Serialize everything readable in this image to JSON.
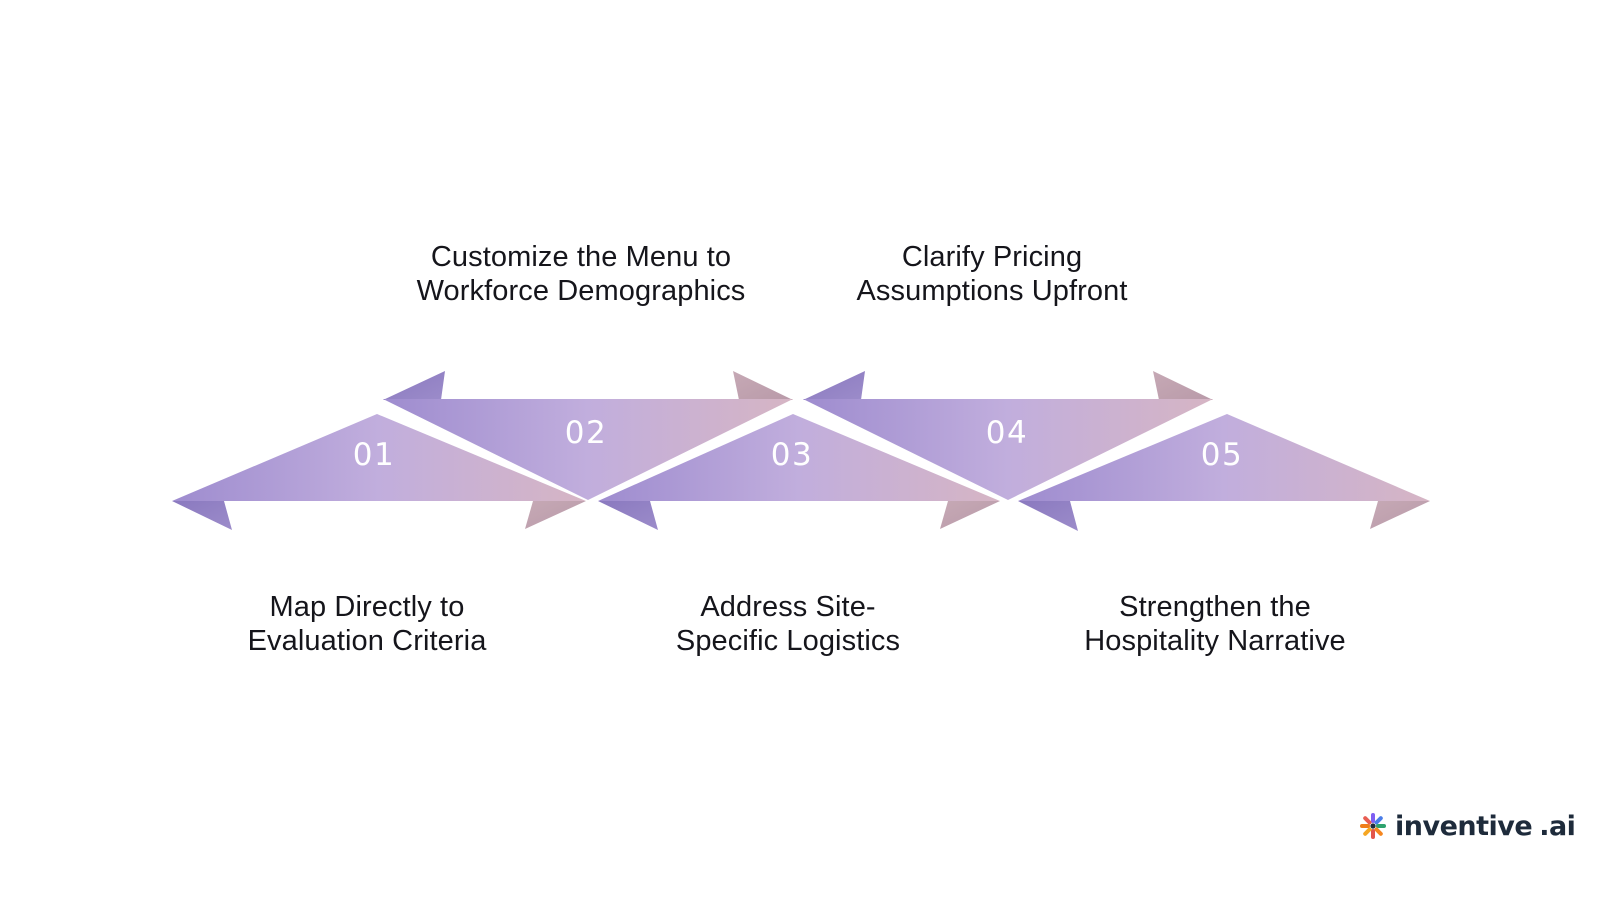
{
  "diagram": {
    "type": "zigzag-process-ribbon",
    "step_count": 5
  },
  "steps": [
    {
      "number": "01",
      "label_position": "bottom",
      "label_lines": [
        "Map Directly to",
        "Evaluation Criteria"
      ]
    },
    {
      "number": "02",
      "label_position": "top",
      "label_lines": [
        "Customize the Menu to",
        "Workforce Demographics"
      ]
    },
    {
      "number": "03",
      "label_position": "bottom",
      "label_lines": [
        "Address Site-",
        "Specific Logistics"
      ]
    },
    {
      "number": "04",
      "label_position": "top",
      "label_lines": [
        "Clarify Pricing",
        "Assumptions Upfront"
      ]
    },
    {
      "number": "05",
      "label_position": "bottom",
      "label_lines": [
        "Strengthen the",
        "Hospitality Narrative"
      ]
    }
  ],
  "colors": {
    "ribbon_purple": "#9e8ccf",
    "ribbon_lavender": "#c1aedd",
    "ribbon_pink": "#d6b5c4",
    "fold_purple": "#9080c2",
    "fold_pink": "#c1a4b1",
    "number_text": "#ffffff",
    "label_text": "#15151b",
    "logo_text": "#1e2b3b",
    "background": "#ffffff"
  },
  "logo": {
    "brand": "inventive",
    "suffix": ".ai",
    "icon": "starburst-icon"
  }
}
